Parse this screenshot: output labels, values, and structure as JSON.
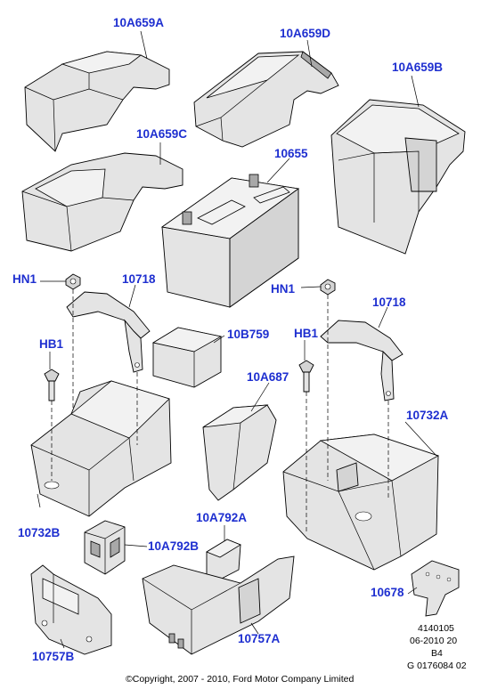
{
  "parts": [
    {
      "id": "10A659A",
      "label": "10A659A"
    },
    {
      "id": "10A659D",
      "label": "10A659D"
    },
    {
      "id": "10A659B",
      "label": "10A659B"
    },
    {
      "id": "10A659C",
      "label": "10A659C"
    },
    {
      "id": "10655",
      "label": "10655"
    },
    {
      "id": "HN1_left",
      "label": "HN1"
    },
    {
      "id": "10718_left",
      "label": "10718"
    },
    {
      "id": "HN1_right",
      "label": "HN1"
    },
    {
      "id": "10718_right",
      "label": "10718"
    },
    {
      "id": "HB1_left",
      "label": "HB1"
    },
    {
      "id": "10B759",
      "label": "10B759"
    },
    {
      "id": "HB1_right",
      "label": "HB1"
    },
    {
      "id": "10A687",
      "label": "10A687"
    },
    {
      "id": "10732A",
      "label": "10732A"
    },
    {
      "id": "10732B",
      "label": "10732B"
    },
    {
      "id": "10A792A",
      "label": "10A792A"
    },
    {
      "id": "10A792B",
      "label": "10A792B"
    },
    {
      "id": "10678",
      "label": "10678"
    },
    {
      "id": "10757A",
      "label": "10757A"
    },
    {
      "id": "10757B",
      "label": "10757B"
    }
  ],
  "meta": {
    "ref_number": "4140105",
    "date_code": "06-2010 20",
    "sheet": "B4",
    "drawing_id": "G 0176084 02",
    "copyright": "©Copyright, 2007 - 2010, Ford Motor Company Limited"
  }
}
